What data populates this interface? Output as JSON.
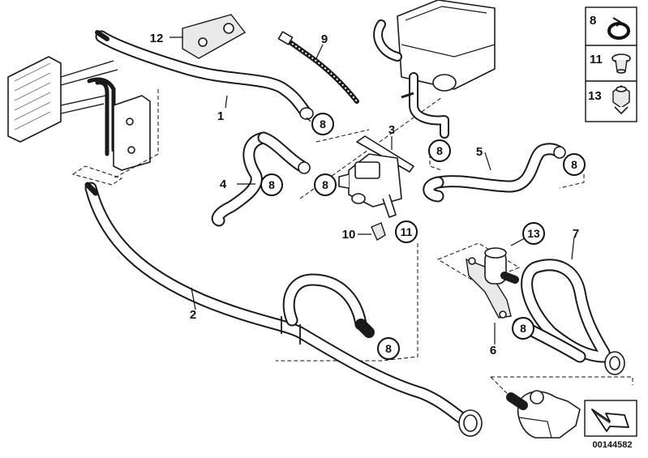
{
  "diagram": {
    "part_labels": [
      {
        "key": "p1",
        "text": "1"
      },
      {
        "key": "p2",
        "text": "2"
      },
      {
        "key": "p3",
        "text": "3"
      },
      {
        "key": "p4",
        "text": "4"
      },
      {
        "key": "p5",
        "text": "5"
      },
      {
        "key": "p6",
        "text": "6"
      },
      {
        "key": "p7",
        "text": "7"
      },
      {
        "key": "p9",
        "text": "9"
      },
      {
        "key": "p10",
        "text": "10"
      },
      {
        "key": "p12",
        "text": "12"
      }
    ],
    "circle_labels": [
      {
        "key": "c8a",
        "text": "8"
      },
      {
        "key": "c8b",
        "text": "8"
      },
      {
        "key": "c8c",
        "text": "8"
      },
      {
        "key": "c8d",
        "text": "8"
      },
      {
        "key": "c8e",
        "text": "8"
      },
      {
        "key": "c8f",
        "text": "8"
      },
      {
        "key": "c8g",
        "text": "8"
      },
      {
        "key": "c11",
        "text": "11"
      },
      {
        "key": "c13",
        "text": "13"
      }
    ],
    "legend": [
      {
        "text": "8",
        "icon": "hose-clamp-icon"
      },
      {
        "text": "11",
        "icon": "grommet-icon"
      },
      {
        "text": "13",
        "icon": "hex-nut-icon"
      }
    ],
    "reference_number": "00144582",
    "arrow_icon": "direction-arrow-icon"
  }
}
